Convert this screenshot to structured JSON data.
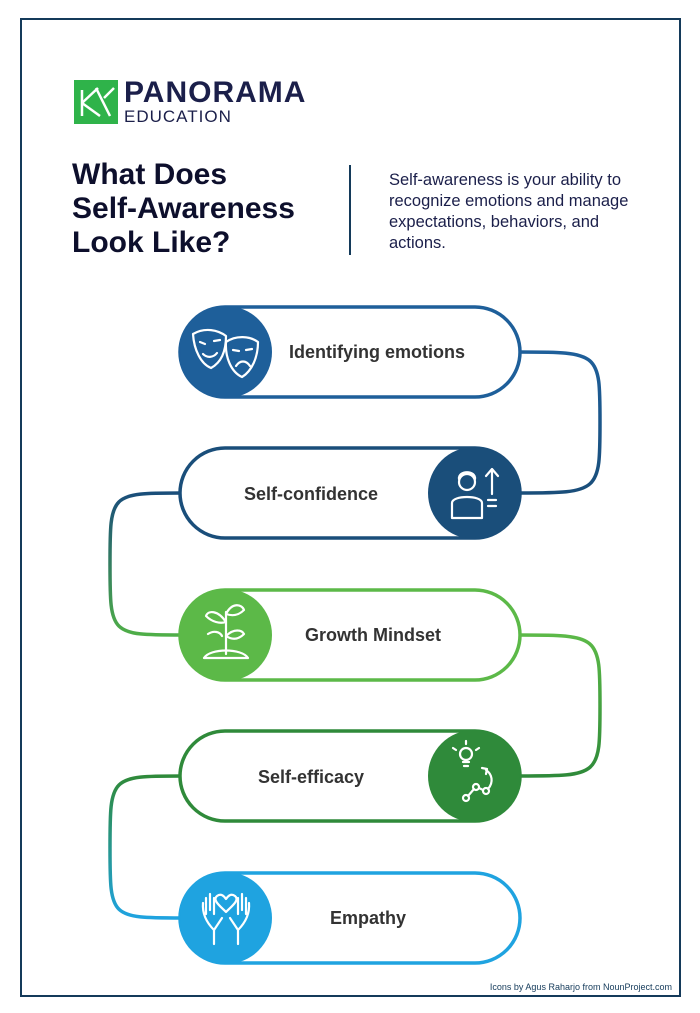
{
  "brand": {
    "name": "PANORAMA",
    "sub": "EDUCATION",
    "colors": {
      "navy": "#1b1f4a",
      "green": "#2fb34a"
    }
  },
  "heading": {
    "title_lines": [
      "What Does",
      "Self-Awareness",
      "Look Like?"
    ],
    "intro": "Self-awareness is your ability to recognize emotions and manage expectations, behaviors, and actions."
  },
  "steps": [
    {
      "label": "Identifying emotions",
      "icon": "theater-masks-icon",
      "color": "#1e5f9a"
    },
    {
      "label": "Self-confidence",
      "icon": "person-up-arrow-icon",
      "color": "#1a4e7a"
    },
    {
      "label": "Growth Mindset",
      "icon": "sprout-icon",
      "color": "#5cb948"
    },
    {
      "label": "Self-efficacy",
      "icon": "lightbulb-path-icon",
      "color": "#2f8a3a"
    },
    {
      "label": "Empathy",
      "icon": "hands-heart-icon",
      "color": "#1fa3e0"
    }
  ],
  "credit": "Icons by Agus Raharjo from NounProject.com"
}
